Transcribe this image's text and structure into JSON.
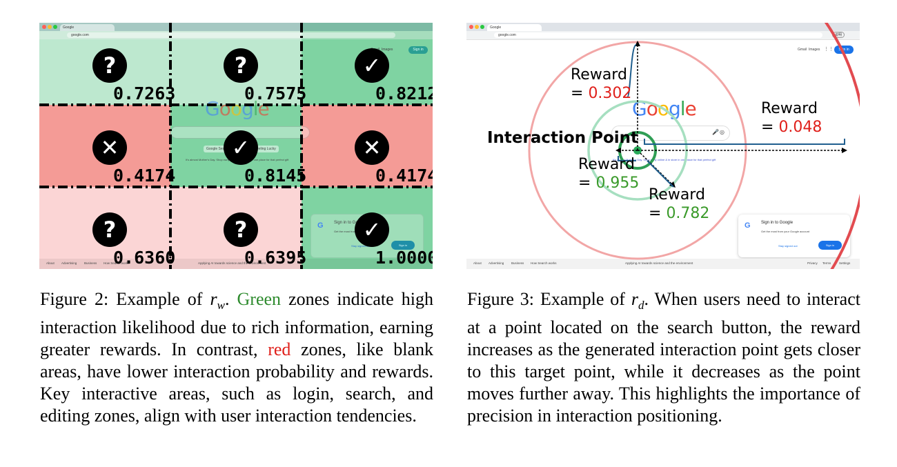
{
  "browser": {
    "tab_title": "Google",
    "url": "google.com",
    "header_links": [
      "Gmail",
      "Images"
    ],
    "sign_in_label": "Sign in",
    "account_chip": "说明"
  },
  "google": {
    "logo": "Google",
    "buttons": [
      "Google Search",
      "I'm Feeling Lucky"
    ],
    "promo": "It's almost Mother's Day. Shop early online & in store in one place for that perfect gift",
    "footer_left": [
      "About",
      "Advertising",
      "Business",
      "How Search works"
    ],
    "footer_center": "Applying AI towards science and the environment",
    "footer_right": [
      "Privacy",
      "Terms",
      "Settings"
    ],
    "signin_card": {
      "title": "Sign in to Google",
      "subtitle": "Get the most from your Google account",
      "stay_label": "Stay signed out",
      "signin_label": "Sign in"
    }
  },
  "figure2": {
    "cells": [
      {
        "score": "0.7263",
        "mark": "?",
        "zone": "light-green"
      },
      {
        "score": "0.7575",
        "mark": "?",
        "zone": "light-green"
      },
      {
        "score": "0.8212",
        "mark": "✓",
        "zone": "green"
      },
      {
        "score": "0.4174",
        "mark": "✕",
        "zone": "red"
      },
      {
        "score": "0.8145",
        "mark": "✓",
        "zone": "green"
      },
      {
        "score": "0.4174",
        "mark": "✕",
        "zone": "red"
      },
      {
        "score": "0.6360",
        "mark": "?",
        "zone": "light-red"
      },
      {
        "score": "0.6395",
        "mark": "?",
        "zone": "light-red"
      },
      {
        "score": "1.0000",
        "mark": "✓",
        "zone": "green"
      }
    ],
    "colors": {
      "light-green": "#bde8cf",
      "green": "#7fd3a2",
      "red": "#f49b96",
      "light-red": "#fbd5d5"
    },
    "caption": {
      "prefix": "Figure 2: Example of ",
      "var": "r",
      "sub": "w",
      "after_var": ". ",
      "green_word": "Green",
      "part1": " zones indicate high interaction likelihood due to rich information, earning greater rewards. In contrast, ",
      "red_word": "red",
      "part2": " zones, like blank areas, have lower interaction probability and rewards. Key interactive areas, such as login, search, and editing zones, align with user interaction tendencies."
    }
  },
  "figure3": {
    "interaction_point": "Interaction Point",
    "rewards": [
      {
        "label": "Reward",
        "eq": "= ",
        "value": "0.302",
        "tone": "red"
      },
      {
        "label": "Reward",
        "eq": "= ",
        "value": "0.048",
        "tone": "red"
      },
      {
        "label": "Reward",
        "eq": "= ",
        "value": "0.955",
        "tone": "green"
      },
      {
        "label": "Reward",
        "eq": "= ",
        "value": "0.782",
        "tone": "green"
      }
    ],
    "caption": {
      "prefix": "Figure 3: Example of ",
      "var": "r",
      "sub": "d",
      "rest": ". When users need to interact at a point located on the search button, the reward increases as the generated interaction point gets closer to this target point, while it decreases as the point moves further away. This highlights the importance of precision in interaction positioning."
    }
  }
}
